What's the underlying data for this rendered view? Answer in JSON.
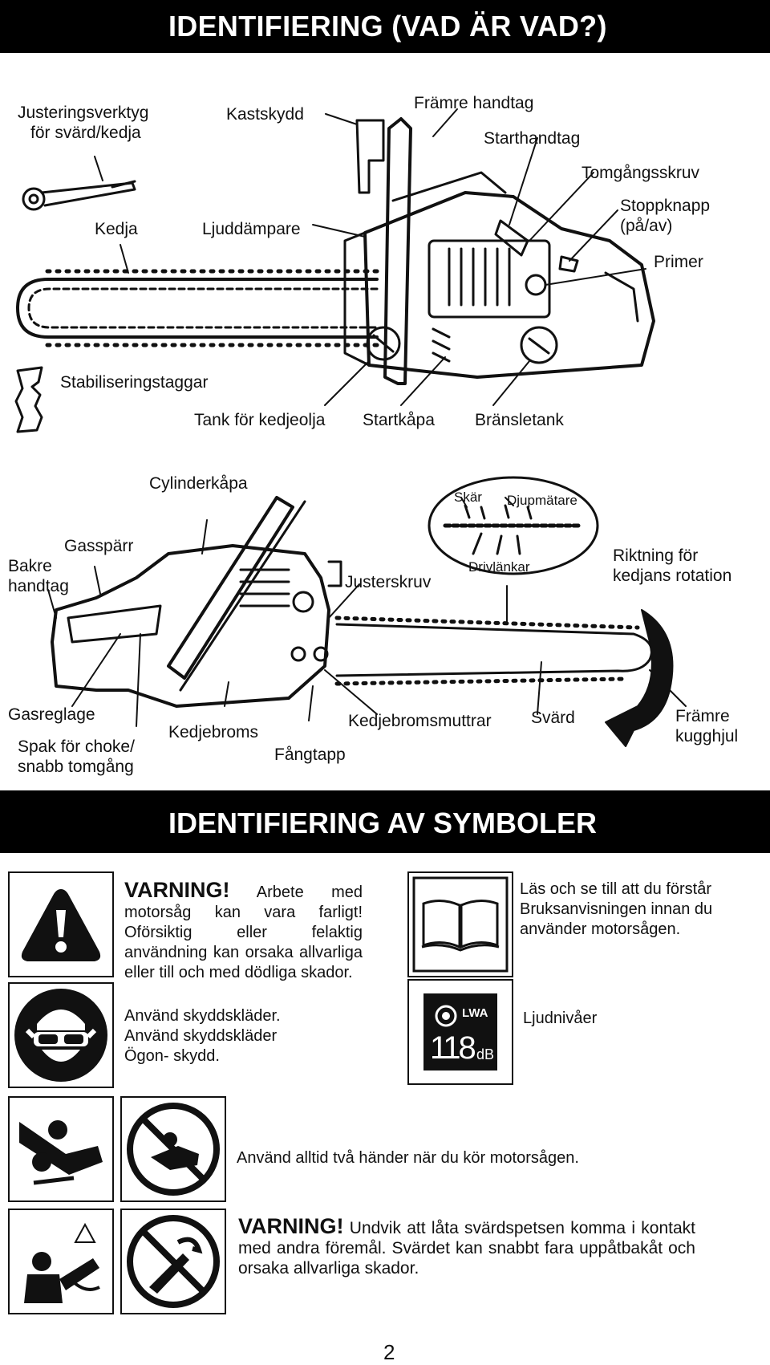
{
  "headers": {
    "identification": "IDENTIFIERING  (VAD ÄR VAD?)",
    "symbols": "IDENTIFIERING AV SYMBOLER"
  },
  "diagram1": {
    "adjust_tool_1": "Justeringsverktyg",
    "adjust_tool_2": "för svärd/kedja",
    "kickback_guard": "Kastskydd",
    "front_handle": "Främre handtag",
    "starter_handle": "Starthandtag",
    "idle_screw": "Tomgångsskruv",
    "stop_switch_1": "Stoppknapp",
    "stop_switch_2": "(på/av)",
    "primer": "Primer",
    "chain": "Kedja",
    "muffler": "Ljuddämpare",
    "bumper_spikes": "Stabiliseringstaggar",
    "oil_tank": "Tank för kedjeolja",
    "starter_cover": "Startkåpa",
    "fuel_tank": "Bränsletank"
  },
  "diagram2": {
    "cylinder_cover": "Cylinderkåpa",
    "cutter": "Skär",
    "depth_gauge": "Djupmätare",
    "drive_links": "Drivlänkar",
    "throttle_lockout": "Gasspärr",
    "rear_handle_1": "Bakre",
    "rear_handle_2": "handtag",
    "adjust_screw": "Justerskruv",
    "rotation_1": "Riktning för",
    "rotation_2": "kedjans rotation",
    "throttle_trigger": "Gasreglage",
    "choke_1": "Spak för choke/",
    "choke_2": "snabb tomgång",
    "chain_brake": "Kedjebroms",
    "chain_catcher": "Fångtapp",
    "brake_nuts": "Kedjebromsmuttrar",
    "bar": "Svärd",
    "sprocket_1": "Främre",
    "sprocket_2": "kugghjul"
  },
  "symbols": {
    "warning_word": "VARNING!",
    "warning_text": " Arbete med motorsåg kan vara farligt! Oförsiktig eller felaktig användning kan orsaka allvarliga eller till och med dödliga skador.",
    "protect_1": "Använd skyddskläder.",
    "protect_2": "Använd skyddskläder",
    "protect_3": "Ögon- skydd.",
    "read_manual": "Läs och se till att du förstår Bruksanvisningen innan du använder motorsågen.",
    "noise_level": "Ljudnivåer",
    "noise_value": "118",
    "noise_unit": "dB",
    "noise_label": "LWA",
    "two_hands": "Använd alltid två händer när du kör motorsågen.",
    "kickback_word": "VARNING!",
    "kickback_text": " Undvik att låta svärdspetsen komma i kontakt med andra föremål. Svärdet kan snabbt fara uppåtbakåt och orsaka allvarliga skador."
  },
  "page_number": "2"
}
